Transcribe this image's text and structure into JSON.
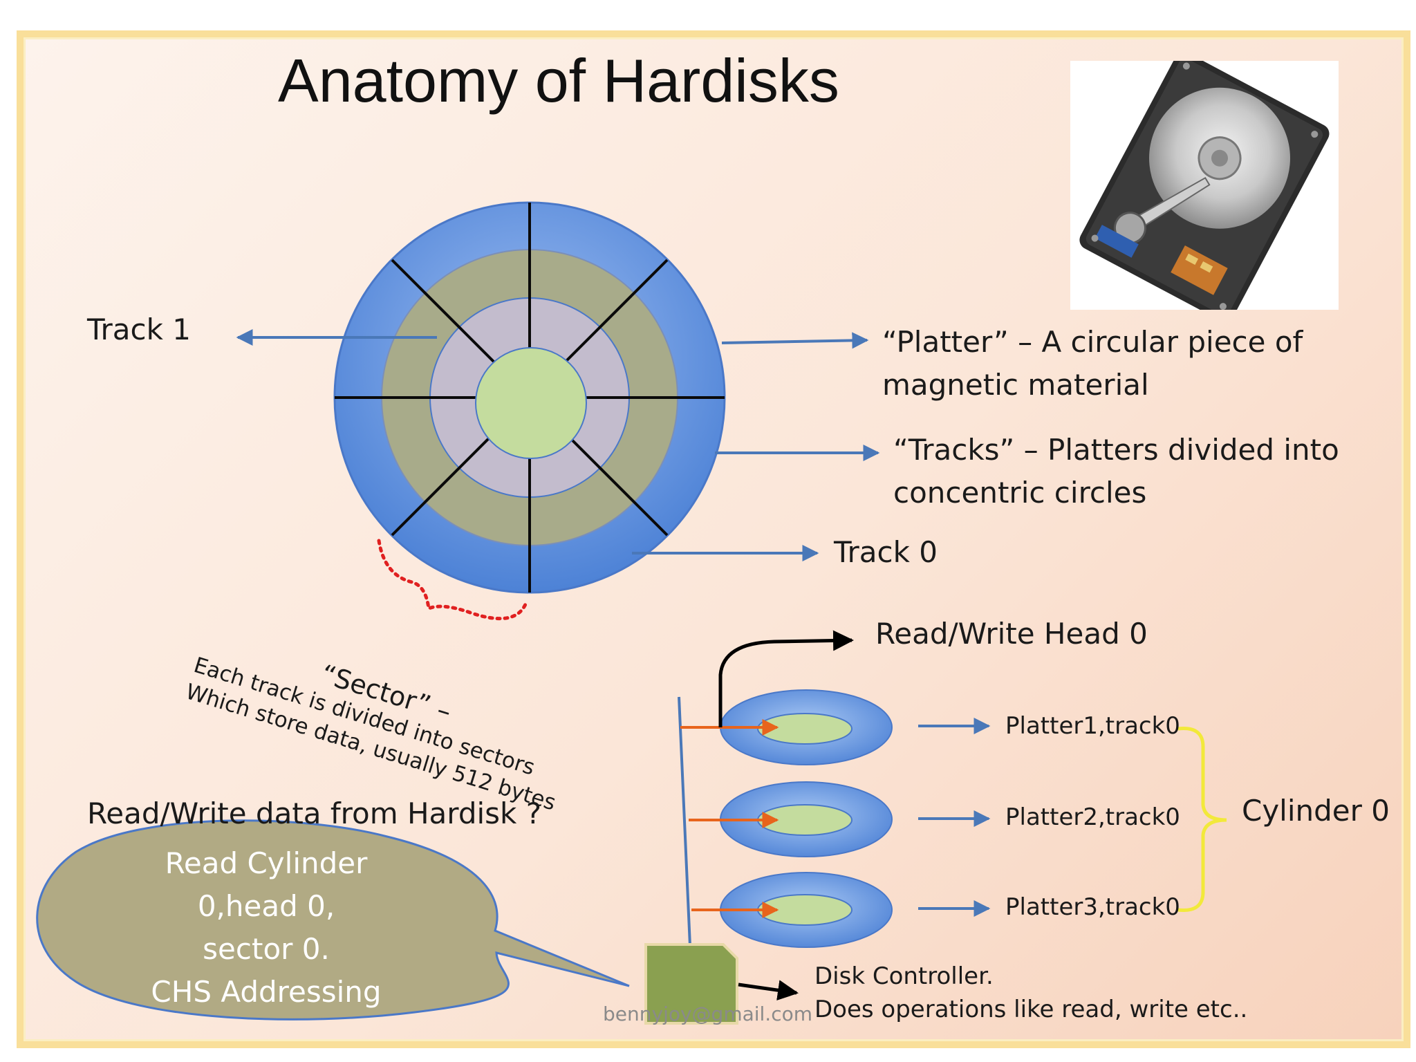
{
  "title": "Anatomy of Hardisks",
  "labels": {
    "track1": "Track 1",
    "platter_line1": "“Platter” – A circular piece of",
    "platter_line2": "magnetic material",
    "tracks_line1": "“Tracks” – Platters divided into",
    "tracks_line2": "concentric circles",
    "track0": "Track 0",
    "sector_head": "“Sector” –",
    "sector_body": "Each track is divided into sectors Which store data, usually 512 bytes",
    "rw_head": "Read/Write Head 0",
    "platter1": "Platter1,track0",
    "platter2": "Platter2,track0",
    "platter3": "Platter3,track0",
    "cylinder": "Cylinder 0",
    "question": "Read/Write data from Hardisk ?",
    "controller_line1": "Disk Controller.",
    "controller_line2": "Does operations like read, write etc..",
    "watermark": "bennyjoy@gmail.com"
  },
  "bubble": {
    "lines": [
      "Read Cylinder",
      "0,head 0,",
      "sector 0.",
      "CHS Addressing"
    ]
  },
  "colors": {
    "outer_ring": "#6f9be0",
    "middle_ring": "#a8ab8a",
    "inner_ring": "#c3bccd",
    "center": "#c4dc9e",
    "arrow_blue": "#4a78b8",
    "arrow_orange": "#e8641c",
    "brace_yellow": "#f2e93a",
    "sector_brace": "#e02020",
    "bubble_fill": "#b1aa84",
    "controller_chip": "#8aa050"
  },
  "icons": {
    "hdd_photo": "hard-disk-drive-icon"
  }
}
